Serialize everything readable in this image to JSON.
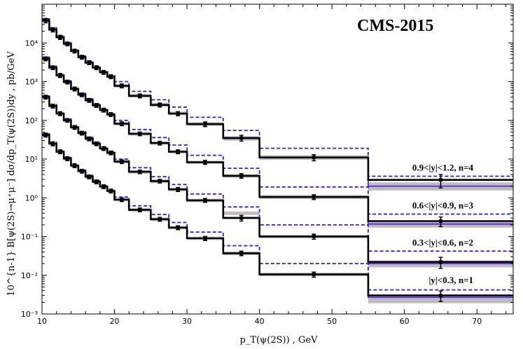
{
  "chart_data": {
    "type": "line",
    "title": "CMS-2015",
    "xlabel": "p_T(ψ(2S)) , GeV",
    "ylabel": "10^{n-1} B[ψ(2S)→μ⁺μ⁻] dσ/dp_T(ψ(2S))dy , pb/GeV",
    "xlim": [
      10,
      75
    ],
    "ylim": [
      0.001,
      100000
    ],
    "yscale": "log",
    "xticks": [
      10,
      20,
      30,
      40,
      50,
      60,
      70
    ],
    "yticks": [
      {
        "value": 0.001,
        "label": "10⁻³"
      },
      {
        "value": 0.01,
        "label": "10⁻²"
      },
      {
        "value": 0.1,
        "label": "10⁻¹"
      },
      {
        "value": 1,
        "label": "10⁰"
      },
      {
        "value": 10,
        "label": "10¹"
      },
      {
        "value": 100,
        "label": "10²"
      },
      {
        "value": 1000,
        "label": "10³"
      },
      {
        "value": 10000,
        "label": "10⁴"
      }
    ],
    "bin_edges": [
      10,
      11,
      12,
      13,
      14,
      15,
      16,
      17,
      18,
      19,
      20,
      22,
      25,
      27.5,
      30,
      35,
      40,
      55,
      75
    ],
    "bin_centers": [
      10.5,
      11.5,
      12.5,
      13.5,
      14.5,
      15.5,
      16.5,
      17.5,
      18.5,
      19.5,
      21,
      23.5,
      26.25,
      28.75,
      32.5,
      37.5,
      47.5,
      65
    ],
    "series": [
      {
        "name": "0.9<|y|<1.2, n=4",
        "label": "0.9<|y|<1.2, n=4",
        "label_value": 3.6,
        "data": [
          38000,
          22000,
          14000,
          9500,
          6200,
          4300,
          3100,
          2300,
          1750,
          1350,
          780,
          430,
          250,
          150,
          80,
          35,
          11,
          2.9
        ],
        "data_err": [
          5000,
          2800,
          1700,
          1100,
          700,
          500,
          360,
          270,
          200,
          160,
          90,
          50,
          30,
          18,
          11,
          6,
          2.0,
          1.1
        ],
        "theory_solid": [
          38000,
          22500,
          14500,
          9500,
          6200,
          4300,
          3100,
          2300,
          1750,
          1350,
          780,
          430,
          255,
          150,
          80,
          34,
          11,
          2.0
        ],
        "theory_dashed": [
          42000,
          24500,
          15500,
          10000,
          6600,
          4600,
          3300,
          2500,
          1900,
          1450,
          1000,
          560,
          340,
          220,
          120,
          55,
          19,
          3.6
        ],
        "band_low": [
          34000,
          20000,
          13000,
          8600,
          5600,
          3900,
          2800,
          2100,
          1600,
          1220,
          700,
          390,
          228,
          135,
          72,
          30,
          9.5,
          1.55
        ],
        "band_high": [
          42000,
          25000,
          16000,
          10500,
          6800,
          4700,
          3400,
          2550,
          1930,
          1490,
          870,
          480,
          285,
          168,
          90,
          39,
          12.5,
          2.5
        ]
      },
      {
        "name": "0.6<|y|<0.9, n=3",
        "label": "0.6<|y|<0.9, n=3",
        "label_value": 0.38,
        "data": [
          3900,
          2300,
          1450,
          980,
          650,
          460,
          330,
          245,
          185,
          142,
          82,
          45,
          26,
          15.5,
          8.3,
          3.7,
          1.05,
          0.25
        ],
        "data_err": [
          450,
          260,
          170,
          110,
          75,
          52,
          38,
          28,
          21,
          16,
          9,
          5,
          3,
          1.8,
          1.0,
          0.5,
          0.15,
          0.07
        ],
        "theory_solid": [
          3900,
          2300,
          1450,
          980,
          650,
          460,
          330,
          245,
          185,
          142,
          82,
          45,
          26,
          15.5,
          8.3,
          3.7,
          1.05,
          0.21
        ],
        "theory_dashed": [
          4300,
          2500,
          1600,
          1050,
          700,
          500,
          360,
          265,
          200,
          155,
          100,
          58,
          36,
          23,
          12.5,
          5.8,
          1.9,
          0.38
        ],
        "band_low": [
          3500,
          2050,
          1300,
          880,
          585,
          415,
          297,
          220,
          167,
          128,
          74,
          40.5,
          23.5,
          14,
          7.5,
          3.3,
          0.93,
          0.17
        ],
        "band_high": [
          4300,
          2550,
          1600,
          1080,
          715,
          505,
          363,
          270,
          204,
          156,
          90,
          49.5,
          28.5,
          17,
          9.1,
          4.1,
          1.17,
          0.26
        ]
      },
      {
        "name": "0.3<|y|<0.6, n=2",
        "label": "0.3<|y|<0.6, n=2",
        "label_value": 0.042,
        "data": [
          400,
          235,
          150,
          100,
          66,
          47,
          33.5,
          25,
          18.8,
          14.5,
          8.6,
          4.7,
          2.7,
          1.65,
          0.86,
          0.3,
          0.1,
          0.022
        ],
        "data_err": [
          45,
          27,
          17,
          11,
          7.5,
          5.3,
          3.8,
          2.8,
          2.1,
          1.6,
          0.95,
          0.5,
          0.3,
          0.2,
          0.1,
          0.05,
          0.015,
          0.007
        ],
        "theory_solid": [
          400,
          235,
          150,
          100,
          66,
          47,
          33.5,
          25,
          18.8,
          14.5,
          8.6,
          4.7,
          2.7,
          1.65,
          0.86,
          0.31,
          0.1,
          0.02
        ],
        "theory_dashed": [
          430,
          255,
          160,
          108,
          72,
          51,
          36.5,
          27,
          20.5,
          16,
          10,
          6,
          3.5,
          2.2,
          1.25,
          0.58,
          0.2,
          0.042
        ],
        "band_low": [
          360,
          210,
          135,
          90,
          59,
          42,
          30,
          22.5,
          17,
          13,
          7.7,
          4.2,
          2.4,
          1.48,
          0.77,
          0.36,
          0.09,
          0.016
        ],
        "band_high": [
          440,
          260,
          165,
          110,
          73,
          52,
          37,
          27.5,
          20.6,
          16,
          9.5,
          5.2,
          3.0,
          1.82,
          0.95,
          0.44,
          0.11,
          0.024
        ]
      },
      {
        "name": "|y|<0.3, n=1",
        "label": "|y|<0.3, n=1",
        "label_value": 0.0045,
        "data": [
          42,
          25,
          15.5,
          10.3,
          6.8,
          4.9,
          3.5,
          2.6,
          1.95,
          1.5,
          0.9,
          0.49,
          0.28,
          0.17,
          0.09,
          0.037,
          0.0105,
          0.003
        ],
        "data_err": [
          5,
          3,
          1.8,
          1.2,
          0.8,
          0.55,
          0.4,
          0.3,
          0.22,
          0.17,
          0.1,
          0.055,
          0.032,
          0.02,
          0.011,
          0.005,
          0.0016,
          0.0009
        ],
        "theory_solid": [
          42,
          25,
          15.5,
          10.3,
          6.8,
          4.9,
          3.5,
          2.6,
          1.95,
          1.5,
          0.9,
          0.49,
          0.28,
          0.17,
          0.09,
          0.037,
          0.0105,
          0.0027
        ],
        "theory_dashed": [
          45,
          27,
          17,
          11,
          7.3,
          5.2,
          3.8,
          2.8,
          2.1,
          1.65,
          1.05,
          0.62,
          0.37,
          0.23,
          0.13,
          0.058,
          0.02,
          0.0042
        ],
        "band_low": [
          38,
          22.5,
          14,
          9.3,
          6.1,
          4.4,
          3.15,
          2.35,
          1.76,
          1.35,
          0.81,
          0.44,
          0.25,
          0.153,
          0.081,
          0.033,
          0.0094,
          0.0019
        ],
        "band_high": [
          46,
          27.5,
          17,
          11.3,
          7.5,
          5.4,
          3.85,
          2.85,
          2.15,
          1.65,
          0.99,
          0.54,
          0.31,
          0.187,
          0.099,
          0.041,
          0.0116,
          0.0026
        ]
      }
    ],
    "colors": {
      "data": "#000000",
      "band": "#bdbdbd",
      "theory_solid": "#5b21e6",
      "theory_dashed": "#3b18d6",
      "axis": "#000000"
    }
  }
}
